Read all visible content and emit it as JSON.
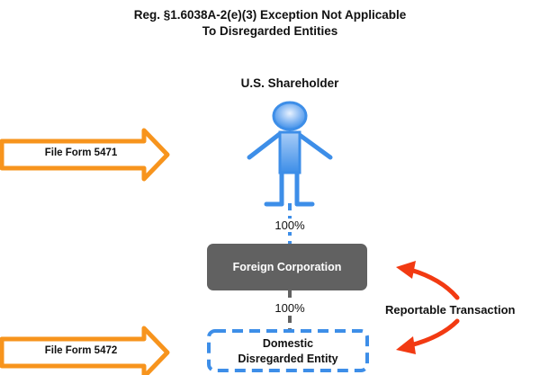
{
  "title": {
    "line1": "Reg. §1.6038A-2(e)(3) Exception Not Applicable",
    "line2": "To Disregarded Entities"
  },
  "nodes": {
    "shareholder": {
      "label": "U.S. Shareholder",
      "icon": "person-icon"
    },
    "foreign_corp": {
      "label": "Foreign Corporation"
    },
    "dre": {
      "line1": "Domestic",
      "line2": "Disregarded Entity"
    }
  },
  "ownership": {
    "shareholder_to_corp": "100%",
    "corp_to_dre": "100%"
  },
  "callouts": {
    "form_5471": "File Form 5471",
    "form_5472": "File Form 5472",
    "reportable": "Reportable Transaction"
  },
  "colors": {
    "orange": "#F7941D",
    "blue": "#3D8EE8",
    "red": "#F23A12",
    "gray": "#616161"
  }
}
